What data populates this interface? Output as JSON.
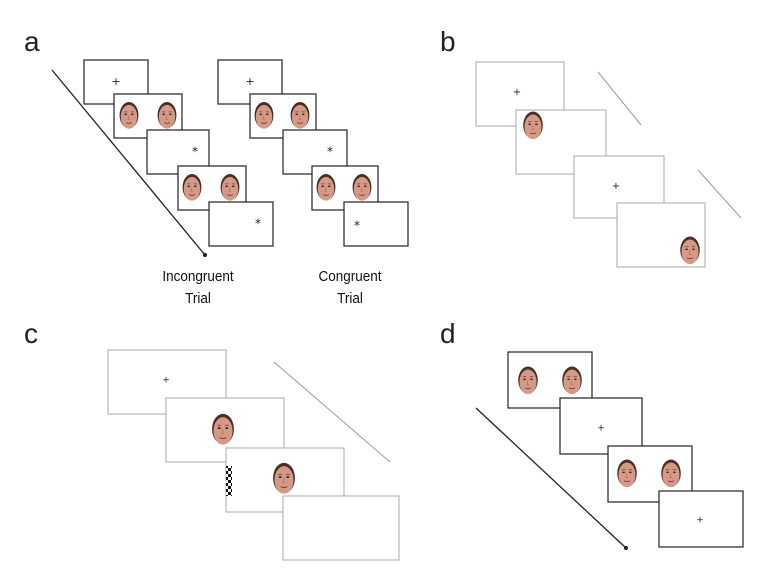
{
  "panels": {
    "a": {
      "label": "a",
      "left_column": {
        "label_line1": "Incongruent",
        "label_line2": "Trial"
      },
      "right_column": {
        "label_line1": "Congruent",
        "label_line2": "Trial"
      }
    },
    "b": {
      "label": "b"
    },
    "c": {
      "label": "c"
    },
    "d": {
      "label": "d"
    }
  },
  "symbols": {
    "fixation": "+",
    "target": "*"
  },
  "colors": {
    "frame_dark": "#222222",
    "frame_light": "#aaaaaa",
    "face_skin": "#d49a86",
    "face_hair": "#4a2e24"
  }
}
